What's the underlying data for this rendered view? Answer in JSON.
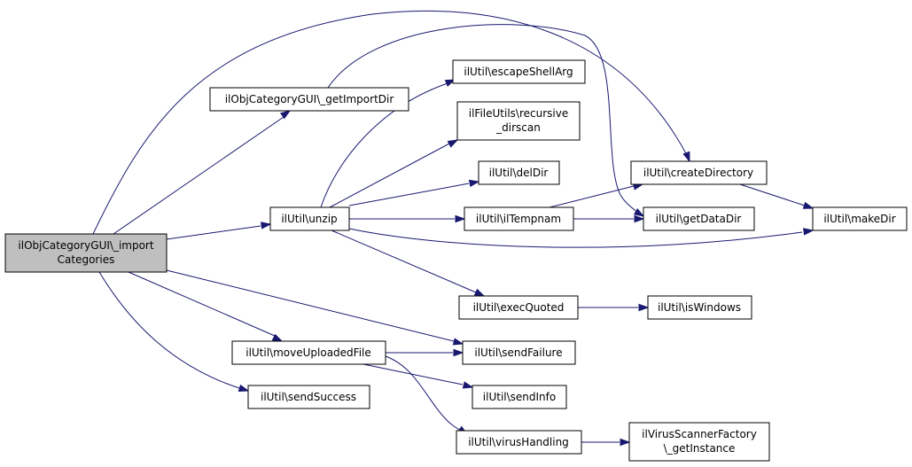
{
  "diagram": {
    "colors": {
      "edge": "#191970",
      "root_fill": "#bfbfbf",
      "node_fill": "#ffffff",
      "border": "#000000"
    },
    "nodes": {
      "importCategories": {
        "lines": [
          "ilObjCategoryGUI\\_import",
          "Categories"
        ],
        "root": true
      },
      "getImportDir": {
        "lines": [
          "ilObjCategoryGUI\\_getImportDir"
        ]
      },
      "escapeShellArg": {
        "lines": [
          "ilUtil\\escapeShellArg"
        ]
      },
      "recursiveDirscan": {
        "lines": [
          "ilFileUtils\\recursive",
          "_dirscan"
        ]
      },
      "delDir": {
        "lines": [
          "ilUtil\\delDir"
        ]
      },
      "createDirectory": {
        "lines": [
          "ilUtil\\createDirectory"
        ]
      },
      "unzip": {
        "lines": [
          "ilUtil\\unzip"
        ]
      },
      "ilTempnam": {
        "lines": [
          "ilUtil\\ilTempnam"
        ]
      },
      "getDataDir": {
        "lines": [
          "ilUtil\\getDataDir"
        ]
      },
      "makeDir": {
        "lines": [
          "ilUtil\\makeDir"
        ]
      },
      "execQuoted": {
        "lines": [
          "ilUtil\\execQuoted"
        ]
      },
      "isWindows": {
        "lines": [
          "ilUtil\\isWindows"
        ]
      },
      "moveUploadedFile": {
        "lines": [
          "ilUtil\\moveUploadedFile"
        ]
      },
      "sendFailure": {
        "lines": [
          "ilUtil\\sendFailure"
        ]
      },
      "sendInfo": {
        "lines": [
          "ilUtil\\sendInfo"
        ]
      },
      "sendSuccess": {
        "lines": [
          "ilUtil\\sendSuccess"
        ]
      },
      "virusHandling": {
        "lines": [
          "ilUtil\\virusHandling"
        ]
      },
      "getInstance": {
        "lines": [
          "ilVirusScannerFactory",
          "\\_getInstance"
        ]
      }
    },
    "edges": [
      [
        "importCategories",
        "getImportDir"
      ],
      [
        "importCategories",
        "createDirectory"
      ],
      [
        "importCategories",
        "unzip"
      ],
      [
        "importCategories",
        "moveUploadedFile"
      ],
      [
        "importCategories",
        "sendFailure"
      ],
      [
        "importCategories",
        "sendSuccess"
      ],
      [
        "getImportDir",
        "getDataDir"
      ],
      [
        "unzip",
        "escapeShellArg"
      ],
      [
        "unzip",
        "recursiveDirscan"
      ],
      [
        "unzip",
        "delDir"
      ],
      [
        "unzip",
        "ilTempnam"
      ],
      [
        "unzip",
        "makeDir"
      ],
      [
        "unzip",
        "execQuoted"
      ],
      [
        "ilTempnam",
        "createDirectory"
      ],
      [
        "ilTempnam",
        "getDataDir"
      ],
      [
        "createDirectory",
        "makeDir"
      ],
      [
        "execQuoted",
        "isWindows"
      ],
      [
        "moveUploadedFile",
        "sendFailure"
      ],
      [
        "moveUploadedFile",
        "sendInfo"
      ],
      [
        "moveUploadedFile",
        "virusHandling"
      ],
      [
        "virusHandling",
        "getInstance"
      ]
    ]
  }
}
